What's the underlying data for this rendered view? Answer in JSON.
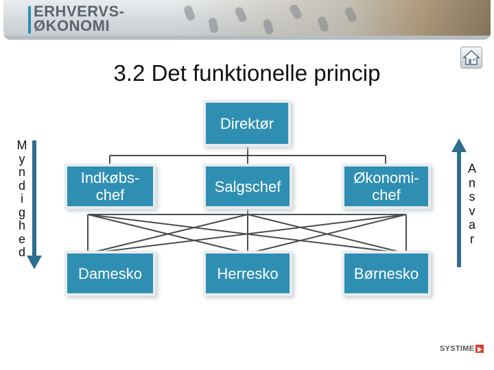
{
  "header": {
    "brand_line1": "ERHVERVS-",
    "brand_line2": "ØKONOMI"
  },
  "slide": {
    "title": "3.2 Det funktionelle princip"
  },
  "diagram": {
    "top": "Direktør",
    "middle": [
      "Indkøbs-\nchef",
      "Salgschef",
      "Økonomi-\nchef"
    ],
    "bottom": [
      "Damesko",
      "Herresko",
      "Børnesko"
    ]
  },
  "left_label_letters": [
    "M",
    "y",
    "n",
    "d",
    "i",
    "g",
    "h",
    "e",
    "d"
  ],
  "right_label_letters": [
    "A",
    "n",
    "s",
    "v",
    "a",
    "r"
  ],
  "footer": {
    "publisher": "SYSTIME"
  },
  "colors": {
    "box": "#2f8fb3",
    "arrow": "#2e6e8e",
    "lines": "#4a4a4a"
  },
  "icons": {
    "home": "home-icon"
  }
}
